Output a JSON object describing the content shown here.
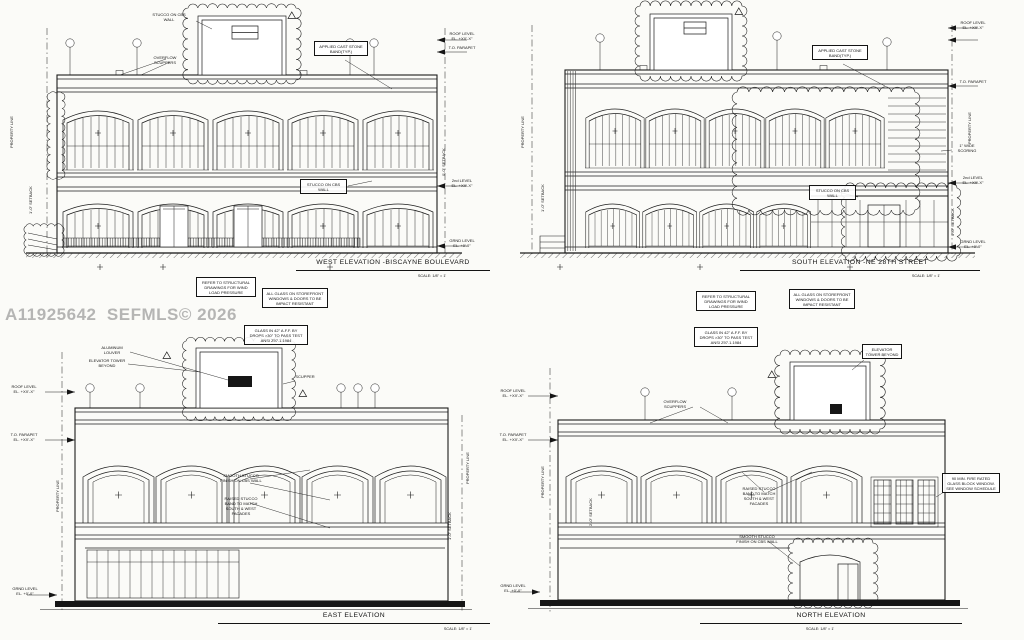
{
  "watermark": "A11925642  SEFMLS© 2026",
  "scale_note": "SCALE: 1/8\" = 1'",
  "elevations": {
    "west": {
      "title": "WEST ELEVATION -BISCAYNE BOULEVARD"
    },
    "south": {
      "title": "SOUTH ELEVATION -NE 28TH STREET"
    },
    "east": {
      "title": "EAST ELEVATION"
    },
    "north": {
      "title": "NORTH ELEVATION"
    }
  },
  "notes": {
    "structural": "REFER TO STRUCTURAL DRAWINGS FOR WIND LOAD PRESSURE",
    "impact": "ALL GLASS ON STOREFRONT WINDOWS & DOORS TO BE IMPACT RESISTANT",
    "glass42": "GLASS IN 42\" A.F.F. BY DROPS >30\" TO PASS TEST ANSI Z97.1.1984"
  },
  "labels": {
    "stucco_cbs": "STUCCO ON CBS WALL",
    "overflow_scuppers": "OVERFLOW SCUPPERS",
    "cast_stone": "APPLIED CAST STONE BAND(TYP.)",
    "scoring": "1\" WIDE SCORING",
    "aluminum_louver": "ALUMINUM LOUVER",
    "elevator_tower": "ELEVATOR TOWER BEYOND",
    "scupper": "SCUPPER",
    "smooth_stucco": "SMOOTH STUCCO FINISH ON CBS WALL",
    "raised_band": "RAISED STUCCO BAND TO MATCH SOUTH & WEST FACADES",
    "glass_block": "90 MIN. FIRE RATED GLASS BLOCK WINDOW. SEE WINDOW SCHEDULE",
    "property_line": "PROPERTY LINE",
    "setback_1_0": "1'-0\" SETBACK",
    "setback_0_0": "0'-0\" SETBACK",
    "setback_2_0": "2'-0\" SETBACK"
  },
  "levels": {
    "roof": "ROOF LEVEL",
    "second": "2nd LEVEL",
    "grnd": "GRND LEVEL",
    "parapet": "T.O. PARAPET",
    "el_x": "EL. +XX'-X\"",
    "el_0": "EL. +0'-0\""
  }
}
